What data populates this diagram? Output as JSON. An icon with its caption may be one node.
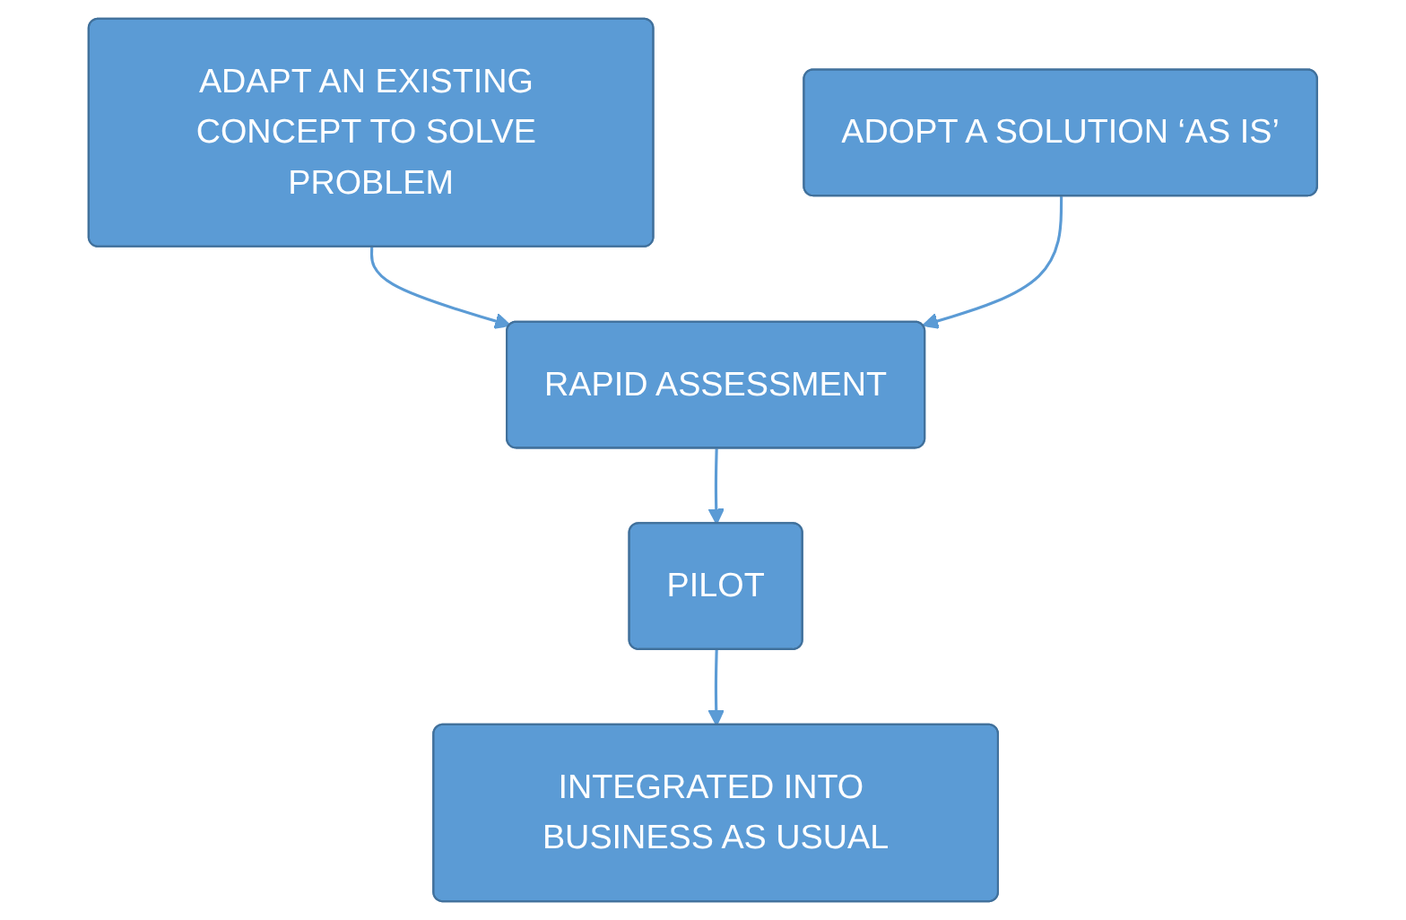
{
  "diagram": {
    "nodes": [
      {
        "text": [
          "ADAPT AN EXISTING CONCEPT TO SOLVE PROBLEM"
        ]
      },
      {
        "text": [
          "ADOPT A SOLUTION ‘AS IS’"
        ]
      },
      {
        "text": [
          "RAPID ASSESSMENT"
        ]
      },
      {
        "text": [
          "PILOT"
        ]
      },
      {
        "text": [
          "INTEGRATED INTO BUSINESS AS USUAL"
        ]
      }
    ],
    "edges": [
      {
        "from": 0,
        "to": 2,
        "arrow": "to"
      },
      {
        "from": 1,
        "to": 2,
        "arrow": "to"
      },
      {
        "from": 2,
        "to": 3,
        "arrow": "to"
      },
      {
        "from": 3,
        "to": 4,
        "arrow": "to"
      }
    ]
  }
}
